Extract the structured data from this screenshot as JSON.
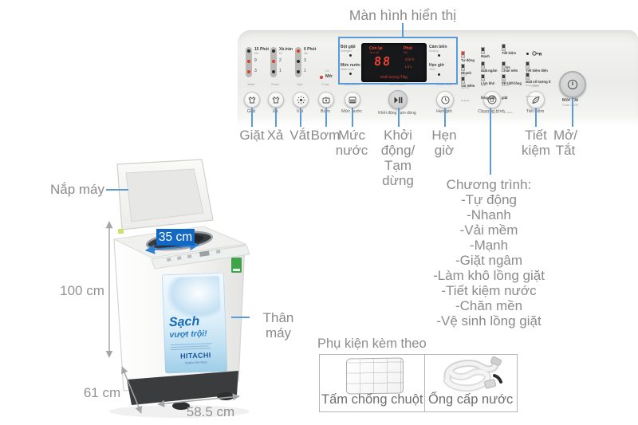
{
  "colors": {
    "accent_blue": "#5b9bd5",
    "badge_blue": "#1268c3",
    "text_gray": "#8b8b8b",
    "led_red": "#e03a2f",
    "display_red": "#ef4136"
  },
  "panel_title": "Màn hình hiển thị",
  "panel": {
    "columns": {
      "wash": {
        "line1": "15 Phút",
        "line2": "Min",
        "opt2": "9",
        "opt3": "3",
        "en": "Wash",
        "label": "Giặt"
      },
      "rinse": {
        "line1": "Xả tràn",
        "line2": "EX",
        "opt2": "2",
        "opt3": "1",
        "en": "Rinse",
        "label": "Xả"
      },
      "spin": {
        "line1": "6 Phút",
        "line2": "Min",
        "opt2": "3",
        "opt3": "1",
        "en": "Spin",
        "label": "Vắt"
      },
      "pump": {
        "on": "On",
        "mo": "Mở",
        "en": "Pump",
        "label": "Bơm"
      },
      "water": {
        "en": "Water Level",
        "label": "Mức nước"
      },
      "start": {
        "en": "Start /Pause",
        "label": "Khởi động Tạm dừng"
      },
      "timer": {
        "en": "Delay Timer",
        "label": "Hẹn giờ"
      },
      "program": {
        "label": "Chương trình"
      },
      "eco": {
        "label": "Tiết kiệm"
      },
      "power": {
        "label": "Mở/ Tắt",
        "sub": "Power On/Off"
      }
    },
    "display": {
      "detergent_vi": "Bột giặt",
      "detergent_en": "Detergent",
      "waterlevel_vi": "Mức nước",
      "waterlevel_en": "Water Level",
      "sensor_vi": "Cảm biến",
      "sensor_en": "Sensing",
      "timer_vi": "Hẹn giờ",
      "timer_en": "Timer",
      "timeleft_vi": "Còn lại",
      "timeleft_en": "Time left",
      "min_vi": "Phút",
      "min_en": "Min",
      "digits": "88",
      "hour": "Giờ h",
      "liter": "Lít L",
      "weight": "Khối lượng ⑺kg"
    },
    "programs": [
      {
        "vi": "Tự động",
        "en": "Fuzzy"
      },
      {
        "vi": "Nhanh",
        "en": "Speedy"
      },
      {
        "vi": "Vải mềm",
        "en": "Delicate"
      },
      {
        "vi": "Mạnh",
        "en": "Powerful"
      },
      {
        "vi": "Giặt ngâm",
        "en": "Soak"
      },
      {
        "vi": "Làm khô lồng giặt",
        "en": "Tub Dry Program"
      },
      {
        "vi": "Tiết kiệm nước",
        "en": "Water Save"
      },
      {
        "vi": "Chăn mền",
        "en": "Blanket"
      },
      {
        "vi": "Vệ sinh lồng giặt",
        "en": "Tub Clean"
      }
    ],
    "eco_options": [
      {
        "vi": "Tiết kiệm điện",
        "en": "Energy Save"
      },
      {
        "vi": "Giặt số lượng ít",
        "en": "Small Load"
      }
    ],
    "eco_tag": "Eco"
  },
  "callouts": {
    "giat": "Giặt",
    "xa": "Xả",
    "vat": "Vắt",
    "bom": "Bơm",
    "muc_nuoc": "Mức nước",
    "khoi_dong": "Khởi động/ Tạm dừng",
    "hen_gio": "Hẹn giờ",
    "tiet_kiem": "Tiết kiệm",
    "mo_tat": "Mở/ Tắt"
  },
  "program_list": {
    "heading": "Chương trình:",
    "items": [
      "-Tự động",
      "-Nhanh",
      "-Vải mềm",
      "-Mạnh",
      "-Giặt ngâm",
      "-Làm khô lồng giặt",
      "-Tiết kiệm nước",
      "-Chăn mền",
      "-Vệ sinh lồng giặt"
    ]
  },
  "machine": {
    "lid": "Nắp máy",
    "body": "Thân máy",
    "opening_width": "35 cm",
    "height": "100 cm",
    "depth": "61 cm",
    "width": "58.5 cm",
    "sticker_title": "Sạch",
    "sticker_sub": "vượt trội!",
    "brand": "HITACHI",
    "brand_tagline": "Inspire the Next"
  },
  "accessories": {
    "heading": "Phụ kiện kèm theo",
    "item1": "Tấm chống chuột",
    "item2": "Ống cấp nước"
  }
}
